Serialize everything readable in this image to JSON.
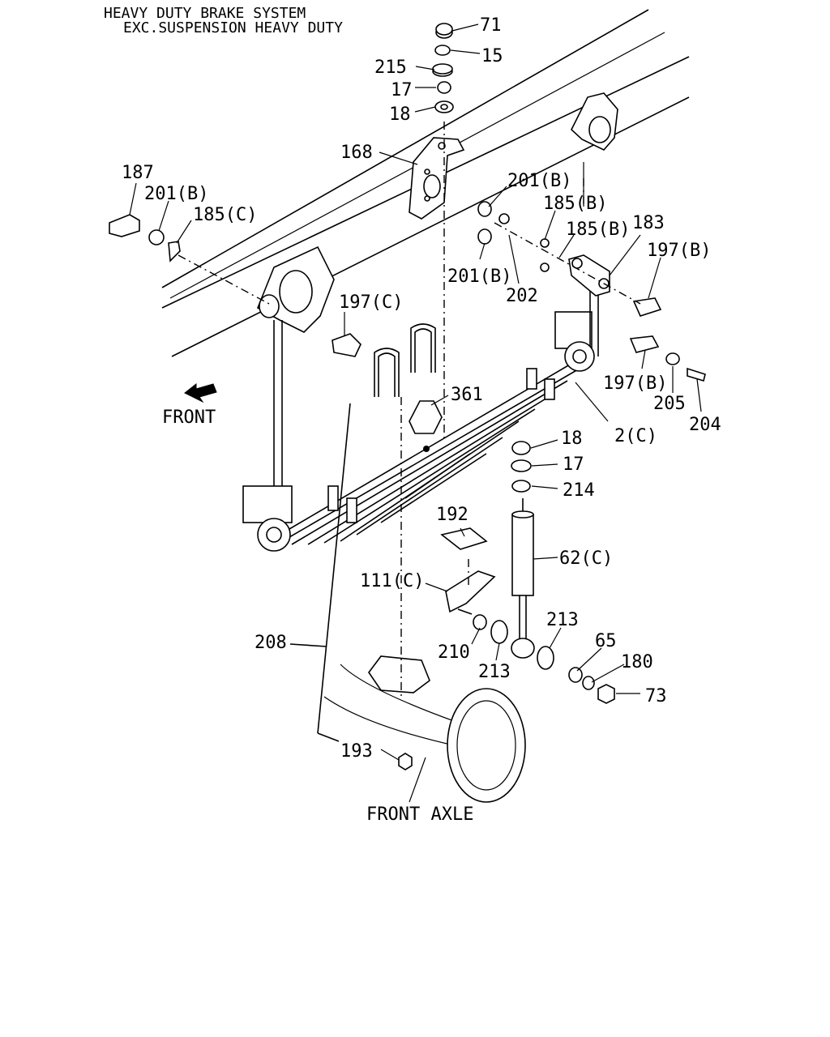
{
  "header": {
    "line1": "HEAVY DUTY BRAKE SYSTEM",
    "line2": "EXC.SUSPENSION HEAVY DUTY"
  },
  "direction": {
    "label": "FRONT",
    "icon": "front-arrow-icon"
  },
  "axle_label": "FRONT AXLE",
  "callouts": [
    {
      "id": "71",
      "text": "71"
    },
    {
      "id": "15",
      "text": "15"
    },
    {
      "id": "215",
      "text": "215"
    },
    {
      "id": "17-top",
      "text": "17"
    },
    {
      "id": "18-top",
      "text": "18"
    },
    {
      "id": "168",
      "text": "168"
    },
    {
      "id": "187",
      "text": "187"
    },
    {
      "id": "201b-left",
      "text": "201(B)"
    },
    {
      "id": "185c",
      "text": "185(C)"
    },
    {
      "id": "201b-right-top",
      "text": "201(B)"
    },
    {
      "id": "185b-top",
      "text": "185(B)"
    },
    {
      "id": "185b-mid",
      "text": "185(B)"
    },
    {
      "id": "183",
      "text": "183"
    },
    {
      "id": "197b-top",
      "text": "197(B)"
    },
    {
      "id": "201b-right-low",
      "text": "201(B)"
    },
    {
      "id": "202",
      "text": "202"
    },
    {
      "id": "197c",
      "text": "197(C)"
    },
    {
      "id": "197b-low",
      "text": "197(B)"
    },
    {
      "id": "205",
      "text": "205"
    },
    {
      "id": "204",
      "text": "204"
    },
    {
      "id": "361",
      "text": "361"
    },
    {
      "id": "2c",
      "text": "2(C)"
    },
    {
      "id": "18-mid",
      "text": "18"
    },
    {
      "id": "17-mid",
      "text": "17"
    },
    {
      "id": "214",
      "text": "214"
    },
    {
      "id": "192",
      "text": "192"
    },
    {
      "id": "62c",
      "text": "62(C)"
    },
    {
      "id": "111c",
      "text": "111(C)"
    },
    {
      "id": "213-top",
      "text": "213"
    },
    {
      "id": "65",
      "text": "65"
    },
    {
      "id": "208",
      "text": "208"
    },
    {
      "id": "210",
      "text": "210"
    },
    {
      "id": "213-low",
      "text": "213"
    },
    {
      "id": "180",
      "text": "180"
    },
    {
      "id": "73",
      "text": "73"
    },
    {
      "id": "193",
      "text": "193"
    }
  ]
}
